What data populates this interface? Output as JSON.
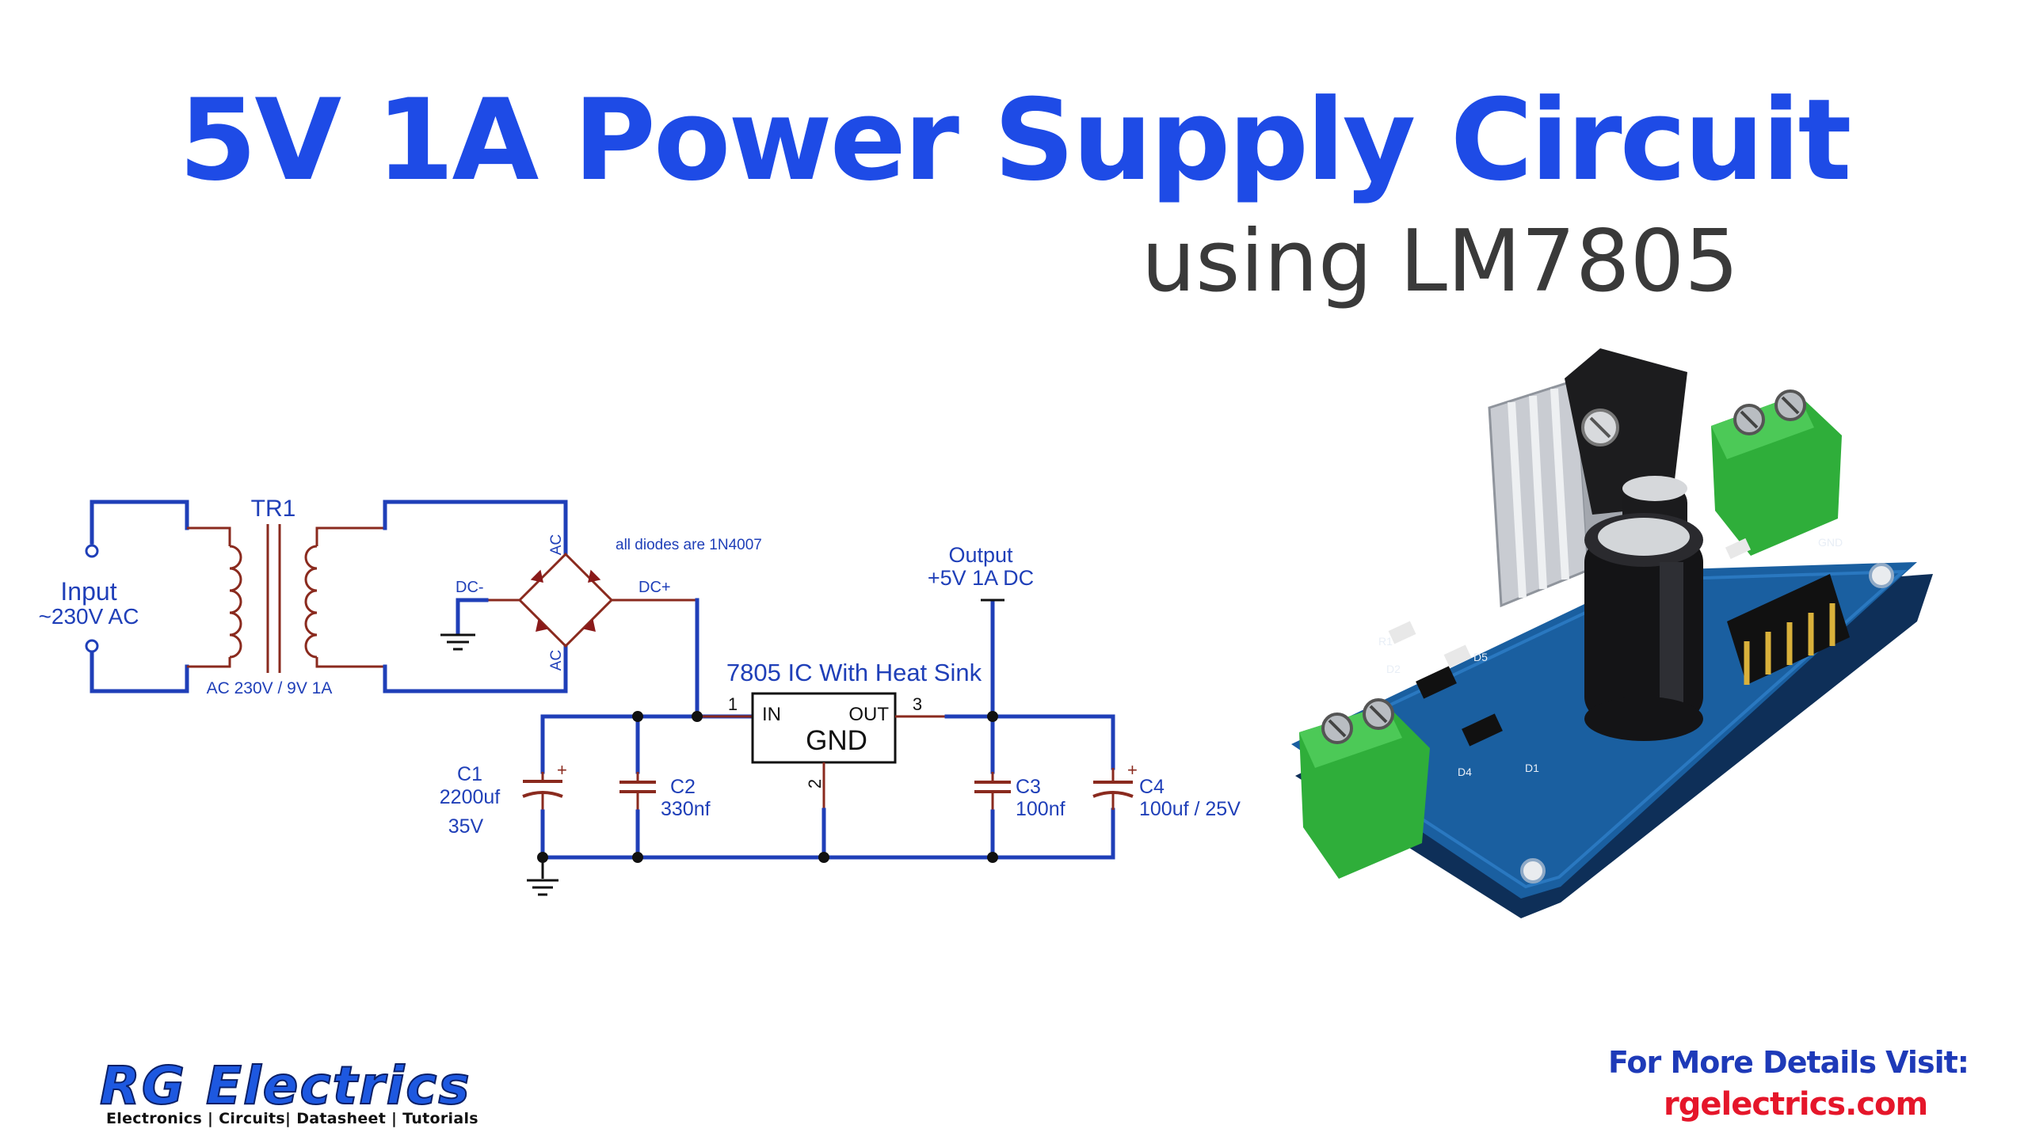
{
  "header": {
    "title": "5V 1A Power Supply Circuit",
    "subtitle": "using LM7805"
  },
  "schematic": {
    "transformer": "TR1",
    "input_label": "Input",
    "input_value": "~230V AC",
    "transformer_rating": "AC 230V / 9V 1A",
    "diode_note": "all diodes are 1N4007",
    "ac_top": "AC",
    "ac_bottom": "AC",
    "dc_minus": "DC-",
    "dc_plus": "DC+",
    "output_label": "Output",
    "output_value": "+5V 1A DC",
    "ic_caption": "7805 IC With Heat Sink",
    "ic_in": "IN",
    "ic_out": "OUT",
    "ic_gnd": "GND",
    "pin1": "1",
    "pin2": "2",
    "pin3": "3",
    "c1_name": "C1",
    "c1_value": "2200uf",
    "c1_voltage": "35V",
    "c2_name": "C2",
    "c2_value": "330nf",
    "c3_name": "C3",
    "c3_value": "100nf",
    "c4_name": "C4",
    "c4_value": "100uf / 25V",
    "plus_c1": "+",
    "plus_c4": "+"
  },
  "board": {
    "silk_r1": "R1",
    "silk_d1": "D1",
    "silk_d2": "D2",
    "silk_d4": "D4",
    "silk_d5": "D5",
    "silk_gnd": "GND"
  },
  "footer": {
    "logo": "RG Electrics",
    "tagline": "Electronics | Circuits| Datasheet | Tutorials",
    "visit": "For More Details Visit:",
    "site": "rgelectrics.com"
  },
  "colors": {
    "title_blue": "#1e4be6",
    "wire_blue": "#1f3fb8",
    "component_red": "#8a2a1e",
    "link_red": "#e5162a",
    "pcb_blue": "#1a5fa0",
    "terminal_green": "#2fae3a"
  }
}
